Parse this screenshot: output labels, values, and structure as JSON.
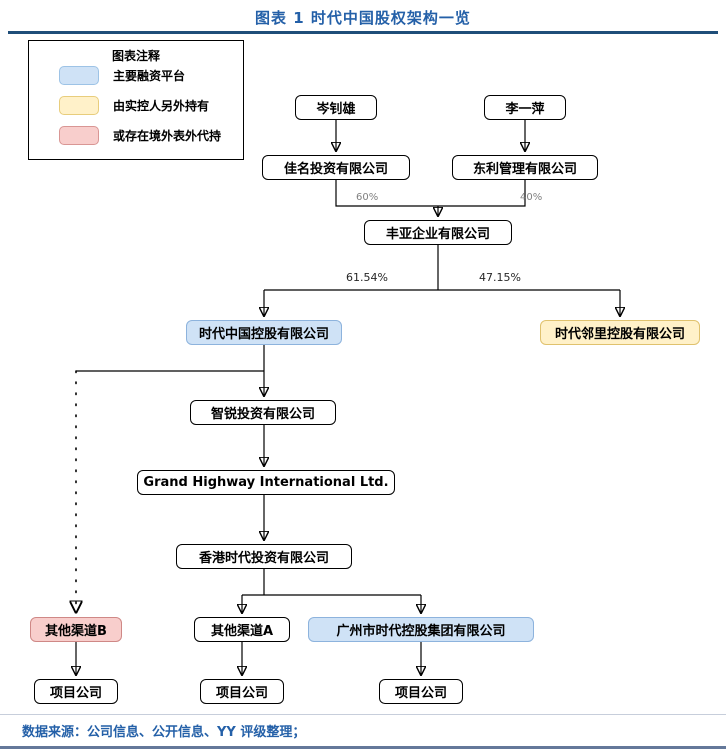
{
  "title": "图表 1 时代中国股权架构一览",
  "legend": {
    "title": "图表注释",
    "items": [
      {
        "label": "主要融资平台",
        "color": "#cfe2f6",
        "border": "#9dc3e6"
      },
      {
        "label": "由实控人另外持有",
        "color": "#fff1c9",
        "border": "#e8cd7c"
      },
      {
        "label": "或存在境外表外代持",
        "color": "#f8cecc",
        "border": "#d99694"
      }
    ]
  },
  "nodes": {
    "cen": "岑钊雄",
    "li": "李一萍",
    "jiaming": "佳名投资有限公司",
    "dongli": "东利管理有限公司",
    "fengya": "丰亚企业有限公司",
    "times_china": "时代中国控股有限公司",
    "times_neighborhood": "时代邻里控股有限公司",
    "zhirui": "智锐投资有限公司",
    "grand_highway": "Grand Highway International Ltd.",
    "hk_times": "香港时代投资有限公司",
    "channel_b": "其他渠道B",
    "channel_a": "其他渠道A",
    "guangzhou": "广州市时代控股集团有限公司",
    "projects": [
      "项目公司",
      "项目公司",
      "项目公司"
    ]
  },
  "edges": {
    "pct_60": "60%",
    "pct_40": "40%",
    "pct_6154": "61.54%",
    "pct_4715": "47.15%"
  },
  "footer": {
    "source": "数据来源：公司信息、公开信息、YY 评级整理；"
  },
  "colors": {
    "title_blue": "#2460a8",
    "rule_navy": "#1f4e79",
    "highlight_blue": "#cfe2f6",
    "highlight_yellow": "#fff1c9",
    "highlight_pink": "#f8cecc"
  }
}
